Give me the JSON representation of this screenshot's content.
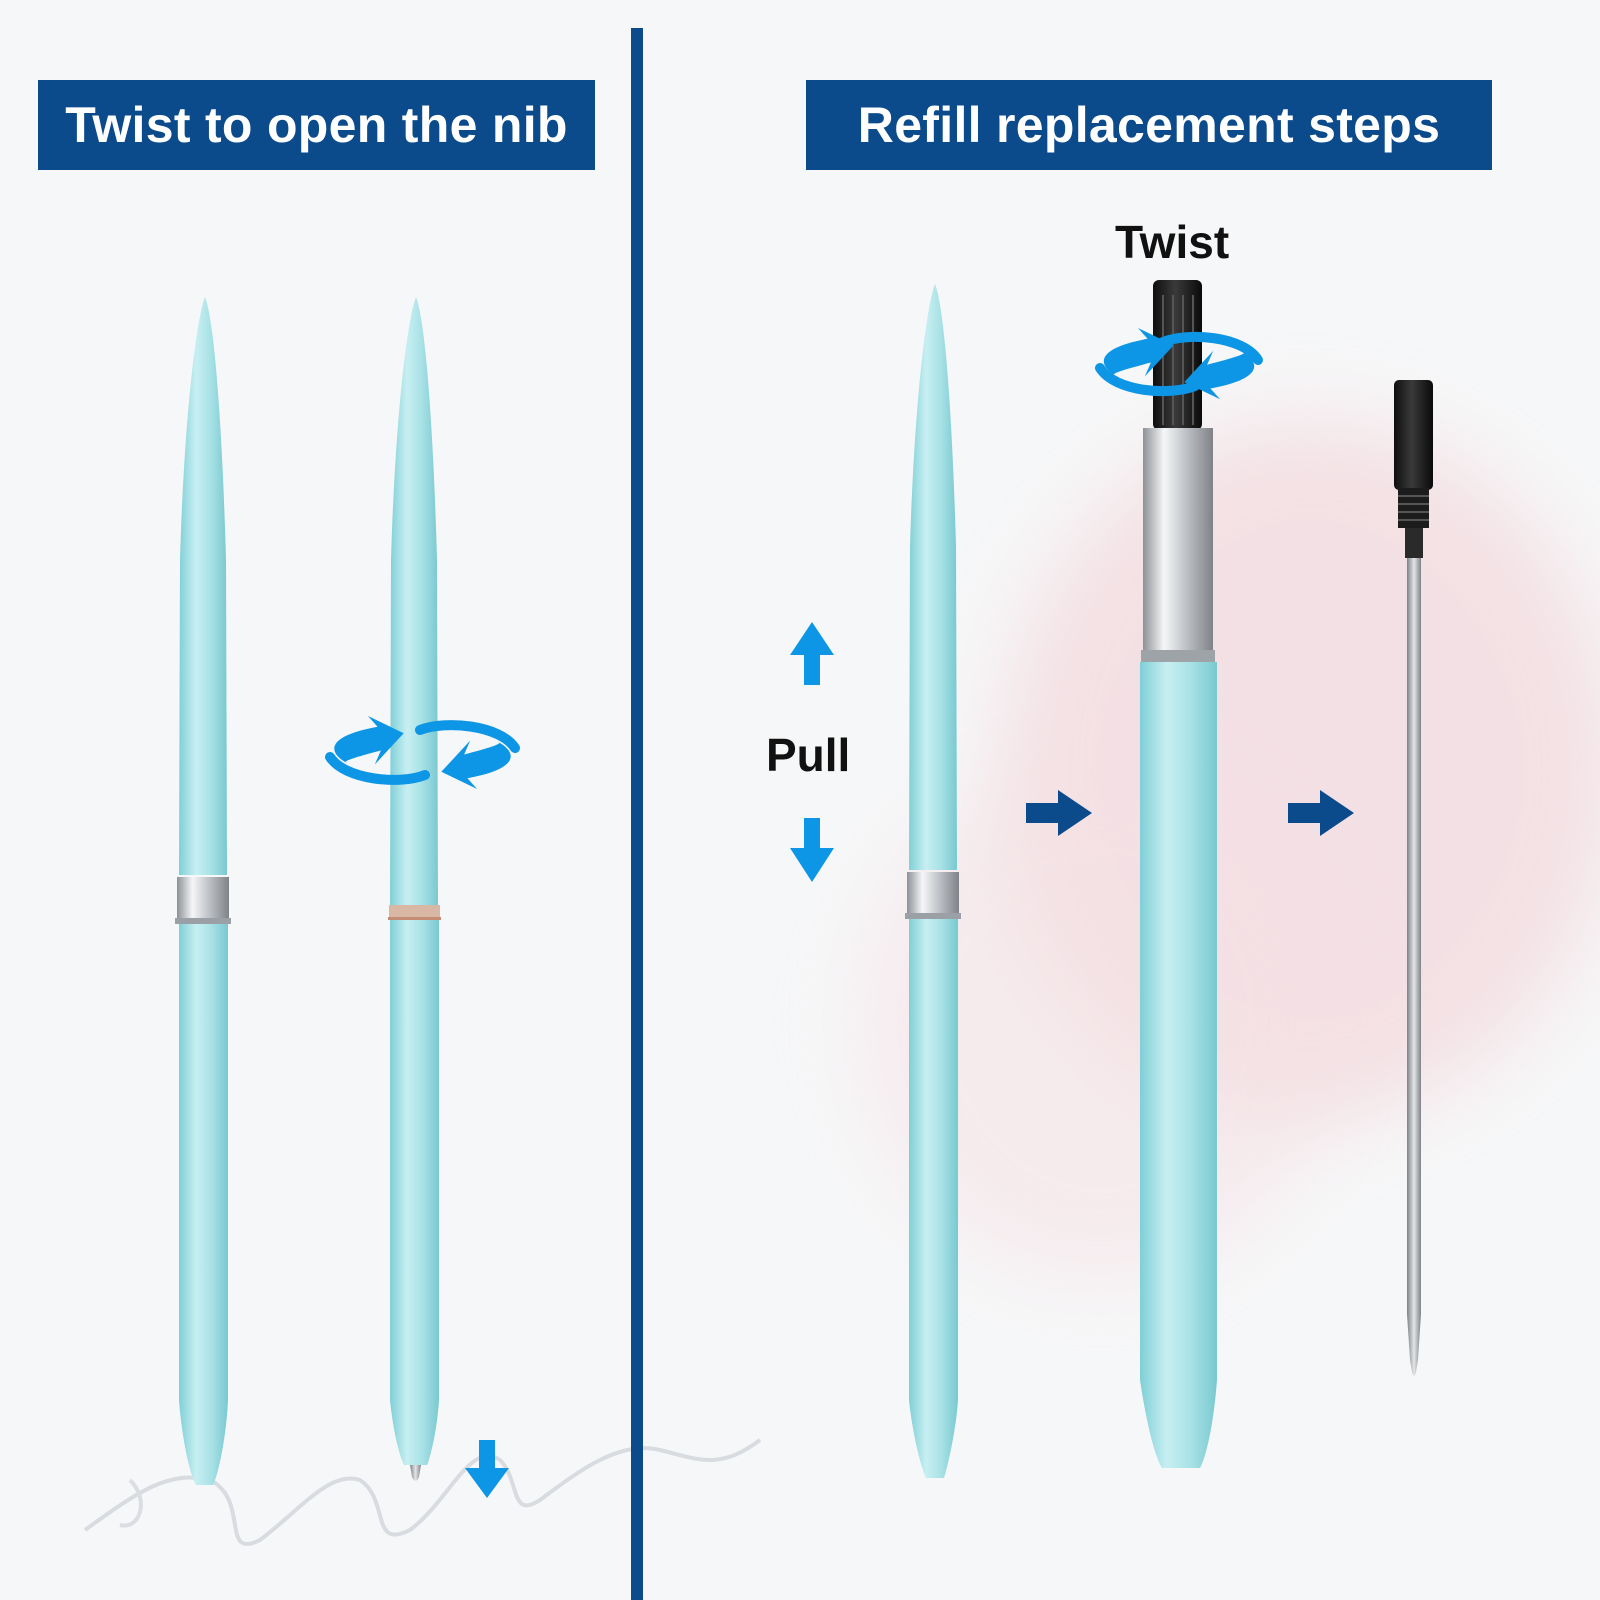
{
  "left_panel": {
    "title": "Twist to open the nib"
  },
  "right_panel": {
    "title": "Refill replacement steps",
    "pull_label": "Pull",
    "twist_label": "Twist"
  },
  "colors": {
    "brand_blue": "#0b4a8b",
    "arrow_blue": "#0d96e6",
    "pen_body": "#a9e2e6",
    "pen_shade": "#7fcfd6",
    "pen_highlight": "#d3f3f5",
    "refill_cap": "#1a1a1a"
  },
  "icons": {
    "twist_icon": "rotate-arrows-icon",
    "pull_up": "arrow-up-icon",
    "pull_down": "arrow-down-icon",
    "step_arrow": "arrow-right-icon"
  }
}
